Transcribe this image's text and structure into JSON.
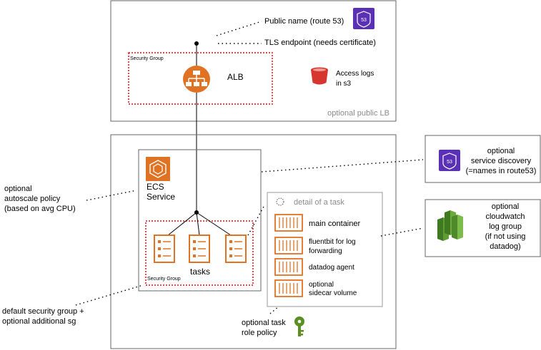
{
  "colors": {
    "aws_orange": "#e07323",
    "route53_purple": "#5a30b5",
    "s3_red": "#d6362f",
    "cloudwatch_green": "#4e8a2a",
    "key_green": "#5b8f22",
    "sg_red": "#e0101b",
    "box_border": "#666666",
    "inner_border": "#999999"
  },
  "public_lb": {
    "frame_label": "optional public LB",
    "route53_note": "Public name (route 53)",
    "tls_note": "TLS endpoint (needs certificate)",
    "sg_label": "Security Group",
    "alb_label": "ALB",
    "access_logs_line1": "Access logs",
    "access_logs_line2": "in s3",
    "route53_icon_text": "53"
  },
  "service": {
    "ecs_line1": "ECS",
    "ecs_line2": "Service",
    "tasks_label": "tasks",
    "sg_label": "Security Group"
  },
  "task_detail": {
    "title": "detail of a task",
    "main_container": "main container",
    "fluentbit_line1": "fluentbit for log",
    "fluentbit_line2": "forwarding",
    "datadog": "datadog agent",
    "sidecar_line1": "optional",
    "sidecar_line2": "sidecar volume"
  },
  "service_discovery": {
    "line1": "optional",
    "line2": "service discovery",
    "line3": "(=names in route53)",
    "icon_text": "53"
  },
  "cloudwatch": {
    "line1": "optional",
    "line2": "cloudwatch",
    "line3": "log group",
    "line4": "(if not using",
    "line5": "datadog)"
  },
  "left_notes": {
    "autoscale_line1": "optional",
    "autoscale_line2": "autoscale policy",
    "autoscale_line3": "(based on avg CPU)",
    "sg_line1": "default security group +",
    "sg_line2": "optional additional sg"
  },
  "task_role": {
    "line1": "optional task",
    "line2": "role policy"
  }
}
